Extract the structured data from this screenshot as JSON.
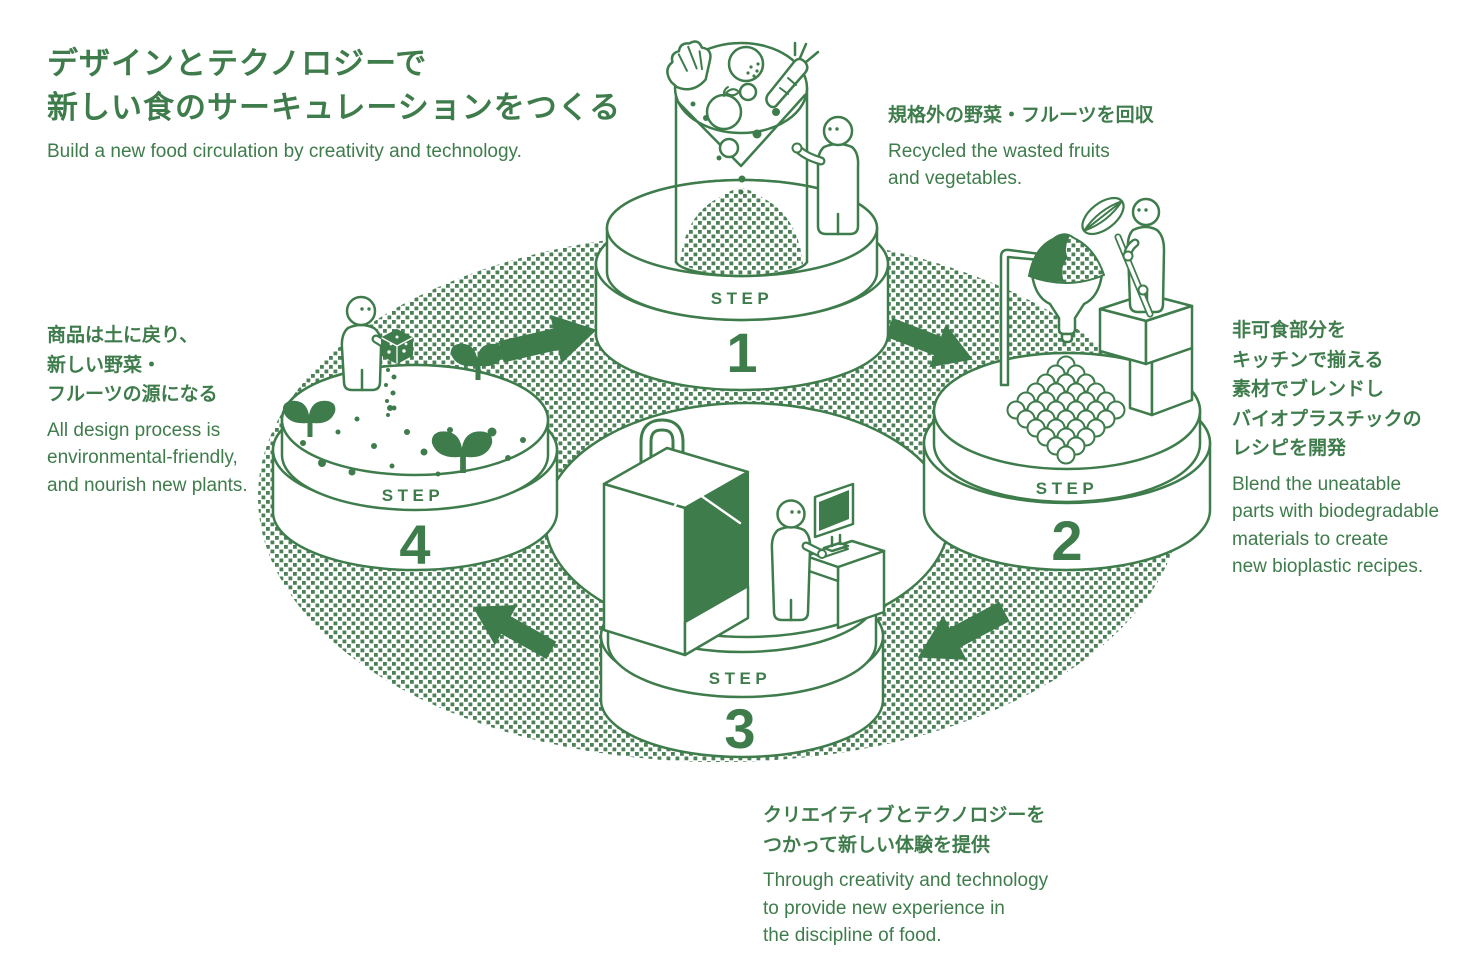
{
  "colors": {
    "line_green": "#3F7C4C",
    "pattern_green": "#4C8158",
    "background": "#FFFFFF"
  },
  "header": {
    "title_jp_line1": "デザインとテクノロジーで",
    "title_jp_line2": "新しい食のサーキュレーションをつくる",
    "subtitle_en": "Build a new food circulation by creativity and technology."
  },
  "steps": [
    {
      "step_label": "STEP",
      "number": "1",
      "jp": [
        "規格外の野菜・フルーツを回収"
      ],
      "en": [
        "Recycled the wasted fruits",
        "and vegetables."
      ]
    },
    {
      "step_label": "STEP",
      "number": "2",
      "jp": [
        "非可食部分を",
        "キッチンで揃える",
        "素材でブレンドし",
        "バイオプラスチックの",
        "レシピを開発"
      ],
      "en": [
        "Blend the uneatable",
        "parts with biodegradable",
        "materials to create",
        "new bioplastic recipes."
      ]
    },
    {
      "step_label": "STEP",
      "number": "3",
      "jp": [
        "クリエイティブとテクノロジーを",
        "つかって新しい体験を提供"
      ],
      "en": [
        "Through creativity and technology",
        "to provide new experience in",
        "the discipline of food."
      ]
    },
    {
      "step_label": "STEP",
      "number": "4",
      "jp": [
        "商品は土に戻り、",
        "新しい野菜・",
        "フルーツの源になる"
      ],
      "en": [
        "All design process is",
        "environmental-friendly,",
        "and nourish new plants."
      ]
    }
  ]
}
